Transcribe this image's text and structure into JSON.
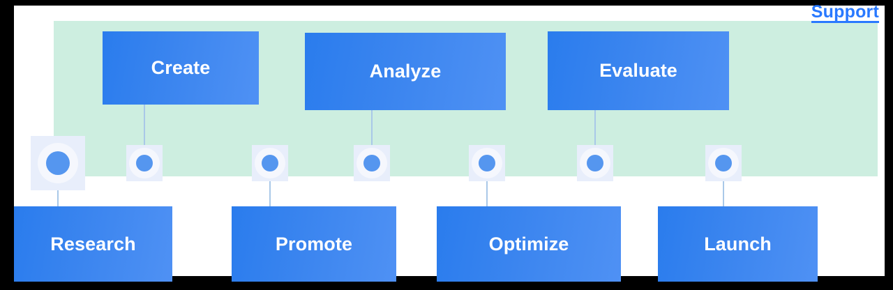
{
  "header": {
    "support_label": "Support"
  },
  "theme": {
    "frame_color": "#000000",
    "canvas_color": "#ffffff",
    "band_color": "#cdeee0",
    "card_blue_dark": "#2a7ced",
    "card_blue_light": "#4f91f4",
    "node_halo_color": "#e8eefb",
    "node_dot_color": "#5596ef",
    "connector_color": "#a9c8e8",
    "link_color": "#2979ff"
  },
  "diagram": {
    "top_cards": [
      {
        "label": "Create"
      },
      {
        "label": "Analyze"
      },
      {
        "label": "Evaluate"
      }
    ],
    "bottom_cards": [
      {
        "label": "Research"
      },
      {
        "label": "Promote"
      },
      {
        "label": "Optimize"
      },
      {
        "label": "Launch"
      }
    ],
    "nodes": [
      {
        "name": "node-1",
        "size": "large"
      },
      {
        "name": "node-2",
        "size": "small"
      },
      {
        "name": "node-3",
        "size": "small"
      },
      {
        "name": "node-4",
        "size": "small"
      },
      {
        "name": "node-5",
        "size": "small"
      },
      {
        "name": "node-6",
        "size": "small"
      },
      {
        "name": "node-7",
        "size": "small"
      }
    ]
  }
}
